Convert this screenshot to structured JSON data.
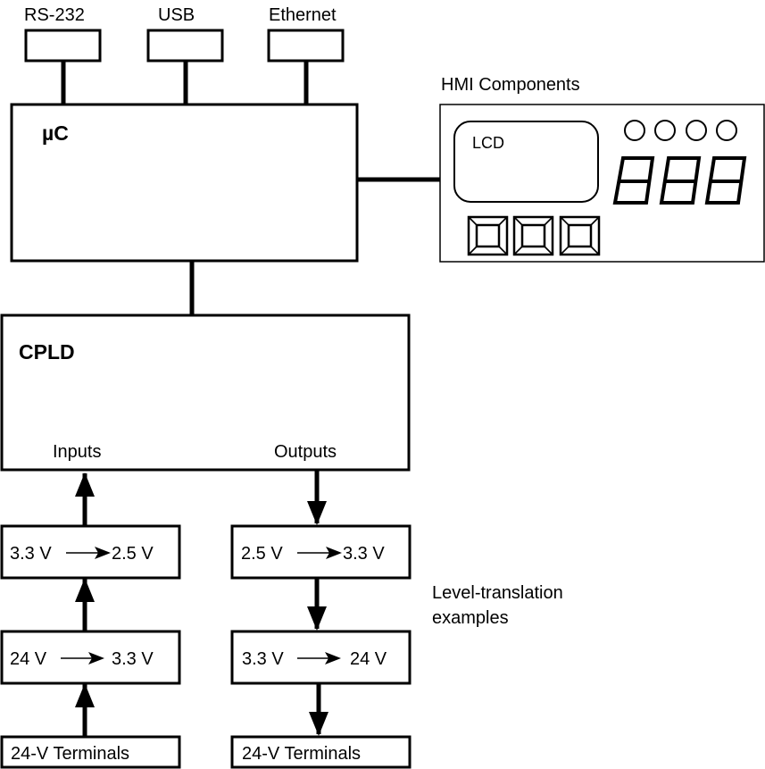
{
  "interfaces": {
    "rs232": "RS-232",
    "usb": "USB",
    "ethernet": "Ethernet"
  },
  "microcontroller": {
    "label": "µC"
  },
  "hmi": {
    "title": "HMI Components",
    "lcd_label": "LCD",
    "led_count": 4,
    "seven_segment_digits": 3,
    "button_count": 3
  },
  "cpld": {
    "label": "CPLD",
    "inputs_label": "Inputs",
    "outputs_label": "Outputs"
  },
  "input_chain": {
    "stage1": {
      "from": "3.3 V",
      "to": "2.5 V"
    },
    "stage2": {
      "from": "24 V",
      "to": "3.3 V"
    },
    "terminals": "24-V Terminals"
  },
  "output_chain": {
    "stage1": {
      "from": "2.5 V",
      "to": "3.3 V"
    },
    "stage2": {
      "from": "3.3 V",
      "to": "24 V"
    },
    "terminals": "24-V Terminals"
  },
  "annotation": {
    "line1": "Level-translation",
    "line2": "examples"
  }
}
